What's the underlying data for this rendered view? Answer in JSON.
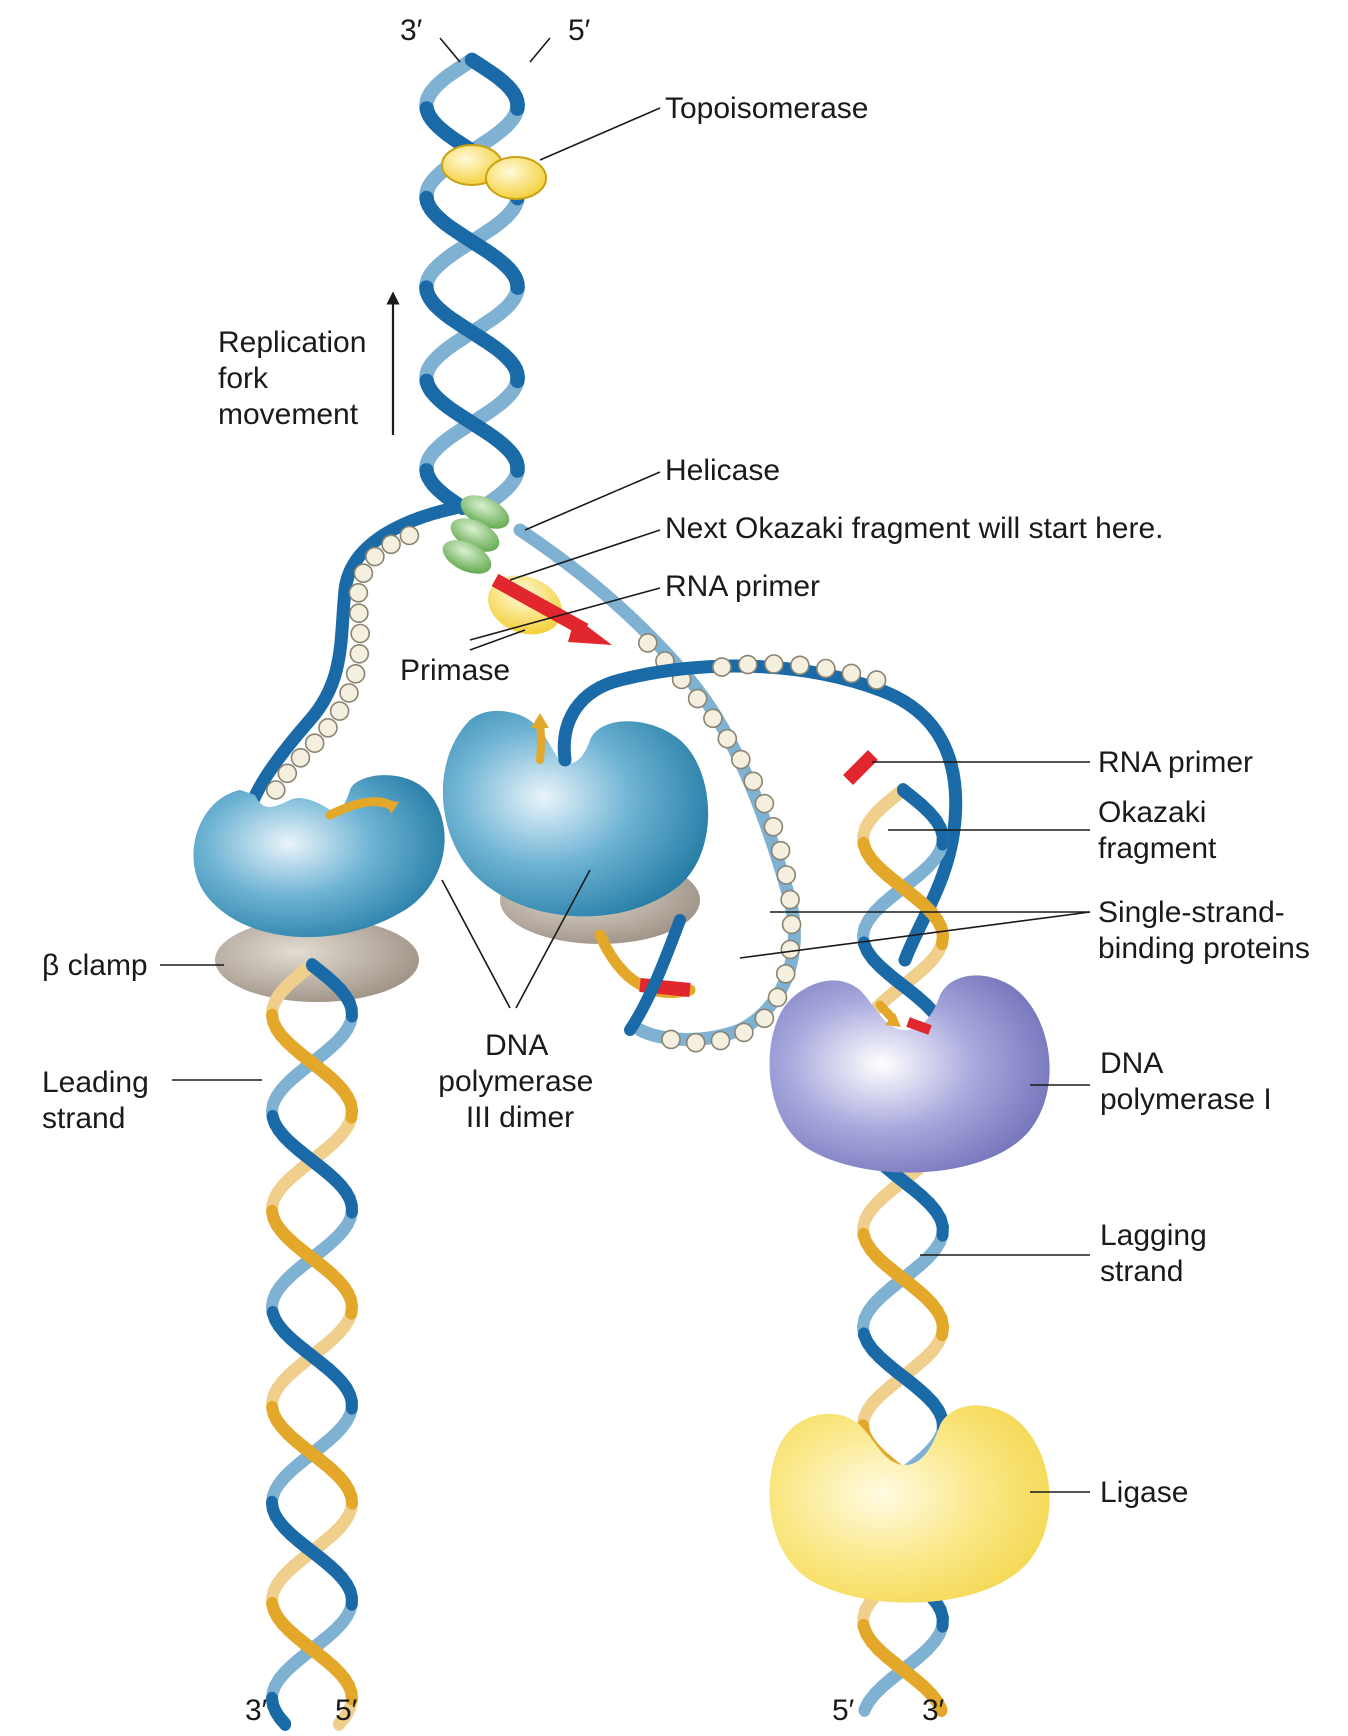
{
  "colors": {
    "strand_dark_blue": "#1b6aa8",
    "strand_light_blue": "#7fb1d3",
    "strand_gold": "#e3a72a",
    "strand_light_gold": "#f0cf8c",
    "rna_primer_red": "#e1262d",
    "polymerase_iii_blue": "#1e83ad",
    "beta_clamp_taupe": "#b2a598",
    "polymerase_i_purple": "#8080c4",
    "ligase_yellow": "#f7dc54",
    "topoisomerase_yellow": "#f5d02f",
    "helicase_green": "#67b553",
    "primase_yellow": "#f6d52e",
    "ssb_cream": "#f4efdf"
  },
  "icons": {
    "fork_arrow": "up-arrow-icon",
    "synthesis_arrow": "curved-arrow-icon"
  },
  "ends": {
    "top_3prime": "3′",
    "top_5prime": "5′",
    "left_3prime": "3′",
    "left_5prime": "5′",
    "right_5prime": "5′",
    "right_3prime": "3′"
  },
  "labels": {
    "topoisomerase": "Topoisomerase",
    "fork_movement": [
      "Replication",
      "fork",
      "movement"
    ],
    "helicase": "Helicase",
    "next_okazaki": "Next Okazaki fragment will start here.",
    "rna_primer_top": "RNA primer",
    "primase": "Primase",
    "rna_primer_right": "RNA primer",
    "okazaki_fragment": [
      "Okazaki",
      "fragment"
    ],
    "ssb_proteins": [
      "Single-strand-",
      "binding proteins"
    ],
    "beta_clamp": "β clamp",
    "dna_pol_iii": [
      "DNA",
      "polymerase",
      "III dimer"
    ],
    "leading_strand": [
      "Leading",
      "strand"
    ],
    "dna_pol_i": [
      "DNA",
      "polymerase I"
    ],
    "lagging_strand": [
      "Lagging",
      "strand"
    ],
    "ligase": "Ligase"
  }
}
